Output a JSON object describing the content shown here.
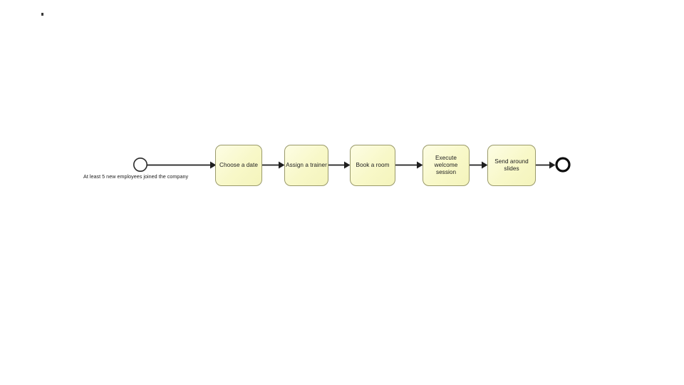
{
  "diagram": {
    "type": "bpmn-process",
    "background_color": "#ffffff",
    "stroke_color": "#1f1f1f",
    "task_fill_color": "#f8f8c8",
    "task_border_color": "#9a9a6a",
    "start_event": {
      "name": "start-event",
      "label": "At least 5 new employees joined the company"
    },
    "tasks": [
      {
        "id": "task-choose-a-date",
        "label": "Choose a date"
      },
      {
        "id": "task-assign-a-trainer",
        "label": "Assign a trainer"
      },
      {
        "id": "task-book-a-room",
        "label": "Book a room"
      },
      {
        "id": "task-execute-welcome-session",
        "label": "Execute\nwelcome session"
      },
      {
        "id": "task-send-around-slides",
        "label": "Send around\nslides"
      }
    ],
    "end_event": {
      "name": "end-event",
      "label": ""
    }
  }
}
